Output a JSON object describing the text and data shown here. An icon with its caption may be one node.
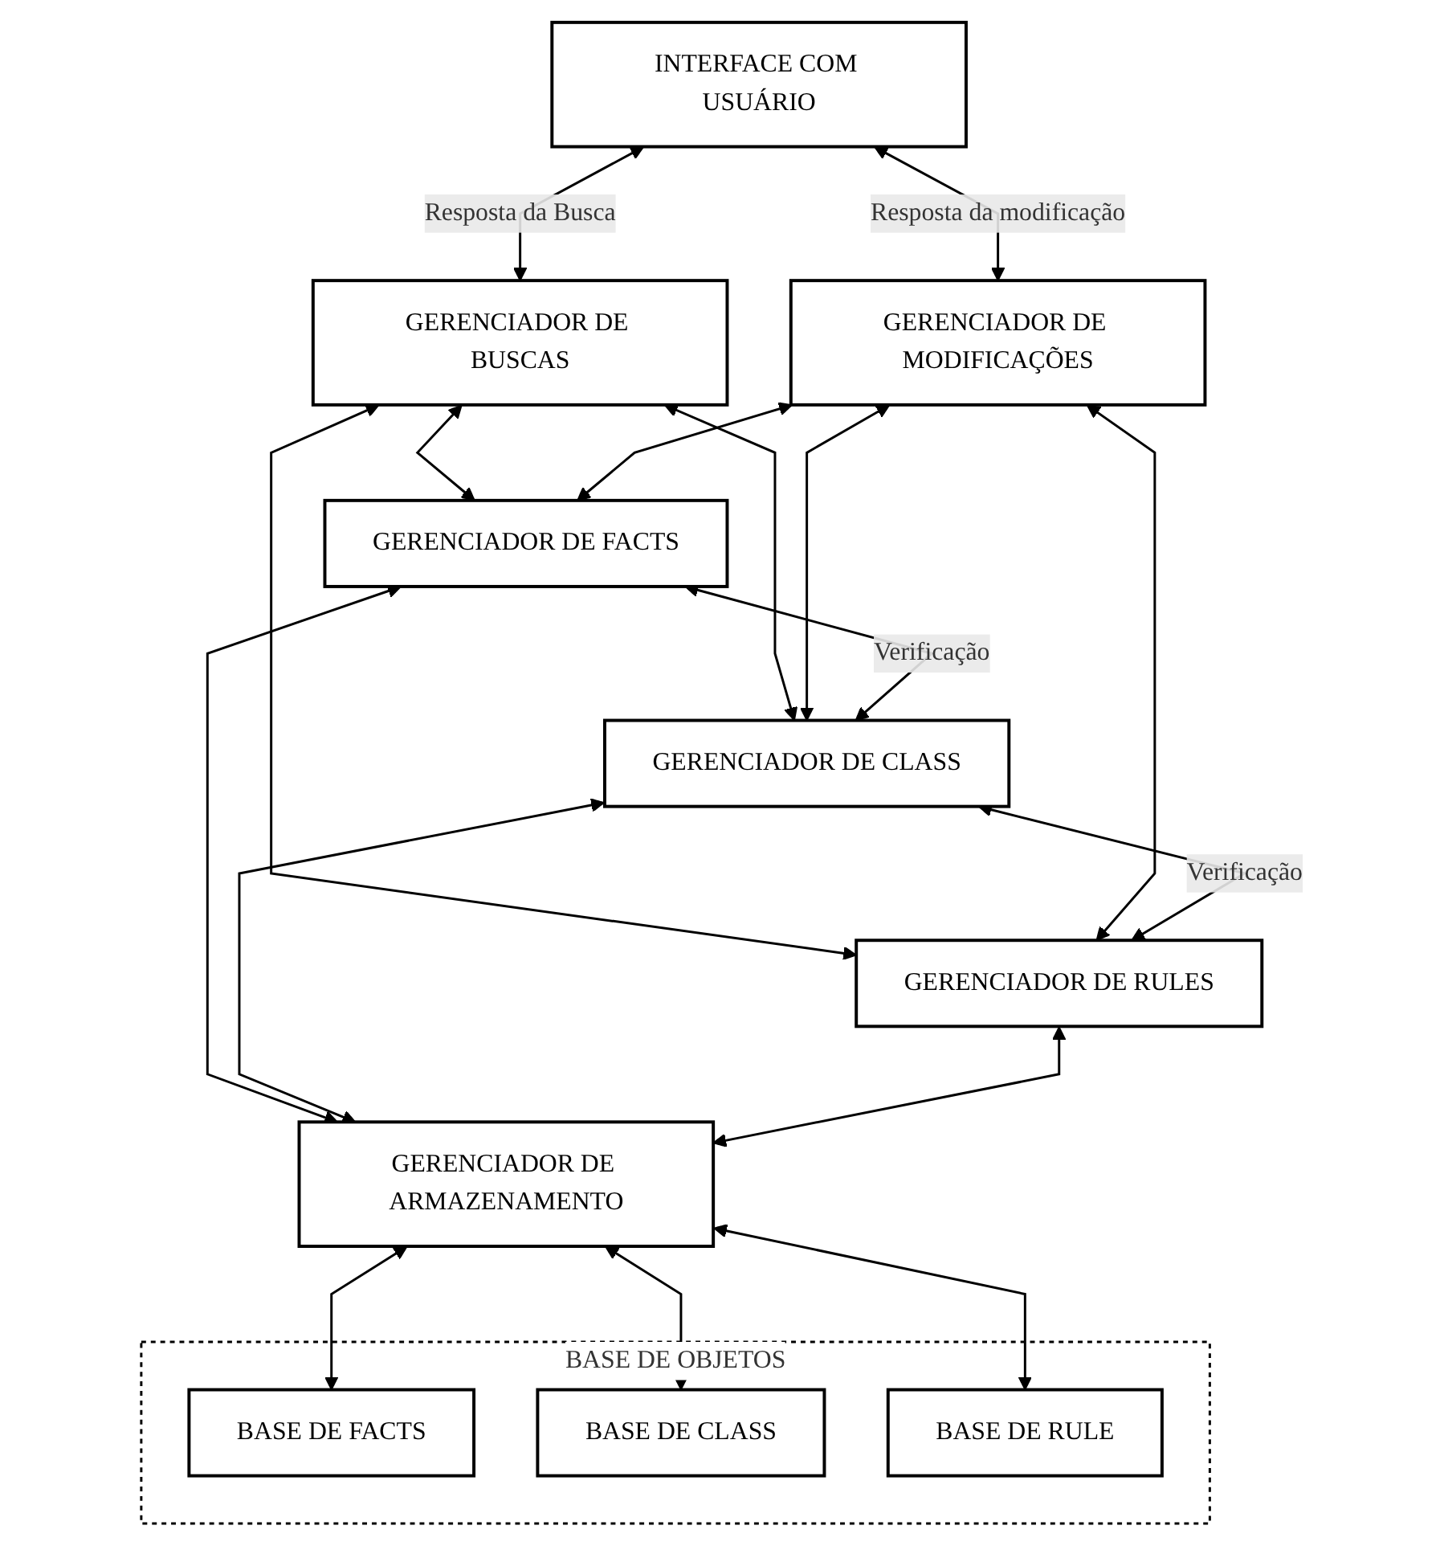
{
  "diagram": {
    "nodes": [
      {
        "text": [
          "INTERFACE COM USUÁRIO"
        ]
      },
      {
        "text": [
          "GERENCIADOR DE BUSCAS"
        ]
      },
      {
        "text": [
          "GERENCIADOR DE MODIFICAÇÕES"
        ]
      },
      {
        "text": [
          "GERENCIADOR DE FACTS"
        ]
      },
      {
        "text": [
          "GERENCIADOR DE CLASS"
        ]
      },
      {
        "text": [
          "GERENCIADOR DE RULES"
        ]
      },
      {
        "text": [
          "GERENCIADOR DE ARMAZENAMENTO"
        ]
      },
      {
        "text": [
          "BASE DE OBJETOS"
        ]
      },
      {
        "text": [
          "BASE DE FACTS"
        ],
        "in": 7
      },
      {
        "text": [
          "BASE DE CLASS"
        ],
        "in": 7
      },
      {
        "text": [
          "BASE DE RULE"
        ],
        "in": 7
      }
    ],
    "edges": [
      {
        "from": 0,
        "to": 1,
        "arrow": "both",
        "label": "Resposta da Busca"
      },
      {
        "from": 0,
        "to": 2,
        "arrow": "both",
        "label": "Resposta da modificação"
      },
      {
        "from": 1,
        "to": 3,
        "arrow": "both"
      },
      {
        "from": 1,
        "to": 4,
        "arrow": "both"
      },
      {
        "from": 1,
        "to": 5,
        "arrow": "both"
      },
      {
        "from": 2,
        "to": 3,
        "arrow": "both"
      },
      {
        "from": 2,
        "to": 4,
        "arrow": "both"
      },
      {
        "from": 2,
        "to": 5,
        "arrow": "both"
      },
      {
        "from": 3,
        "to": 4,
        "arrow": "both",
        "label": "Verificação"
      },
      {
        "from": 4,
        "to": 5,
        "arrow": "both",
        "label": "Verificação"
      },
      {
        "from": 3,
        "to": 6,
        "arrow": "both"
      },
      {
        "from": 4,
        "to": 6,
        "arrow": "both"
      },
      {
        "from": 5,
        "to": 6,
        "arrow": "both"
      },
      {
        "from": 6,
        "to": 8,
        "arrow": "both"
      },
      {
        "from": 6,
        "to": 9,
        "arrow": "both"
      },
      {
        "from": 6,
        "to": 10,
        "arrow": "both"
      }
    ]
  }
}
